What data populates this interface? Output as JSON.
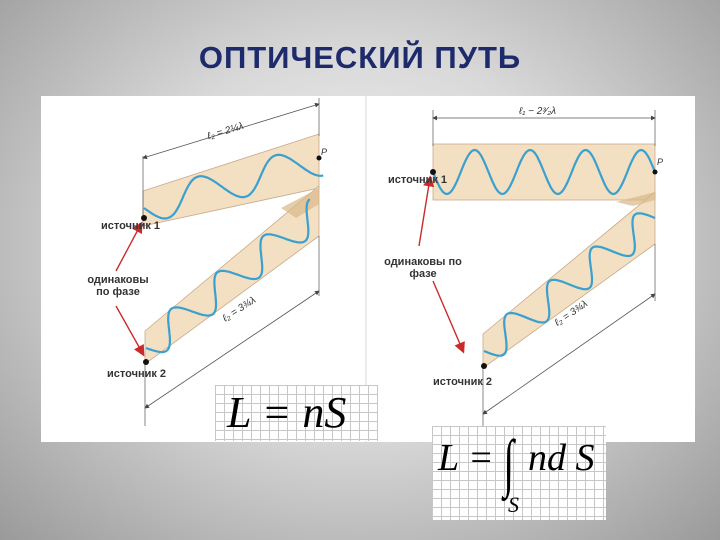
{
  "slide": {
    "title": "ОПТИЧЕСКИЙ ПУТЬ"
  },
  "left_figure": {
    "source1": "источник 1",
    "source2": "источник 2",
    "in_phase_line1": "одинаковы",
    "in_phase_line2": "по фазе",
    "l2_label": "ℓ₂ = 2¼λ",
    "l2b_label": "ℓ₂ = 3¾λ",
    "point": "P"
  },
  "right_figure": {
    "source1": "источник 1",
    "source2": "источник 2",
    "in_phase_line1": "одинаковы по",
    "in_phase_line2": "фазе",
    "l1_label": "ℓ₁ − 2³⁄₂λ",
    "l2_label": "ℓ₂ = 3¾λ",
    "point": "P"
  },
  "formulas": {
    "simple": "L = nS",
    "integral_lhs": "L =",
    "integral_sign": "∫",
    "integral_rhs": "nd S",
    "integral_sub": "S"
  },
  "colors": {
    "title": "#1d2a6b",
    "wave": "#3aa0cf",
    "band": "#f3dfc1",
    "arrow": "#cc2a2a"
  }
}
